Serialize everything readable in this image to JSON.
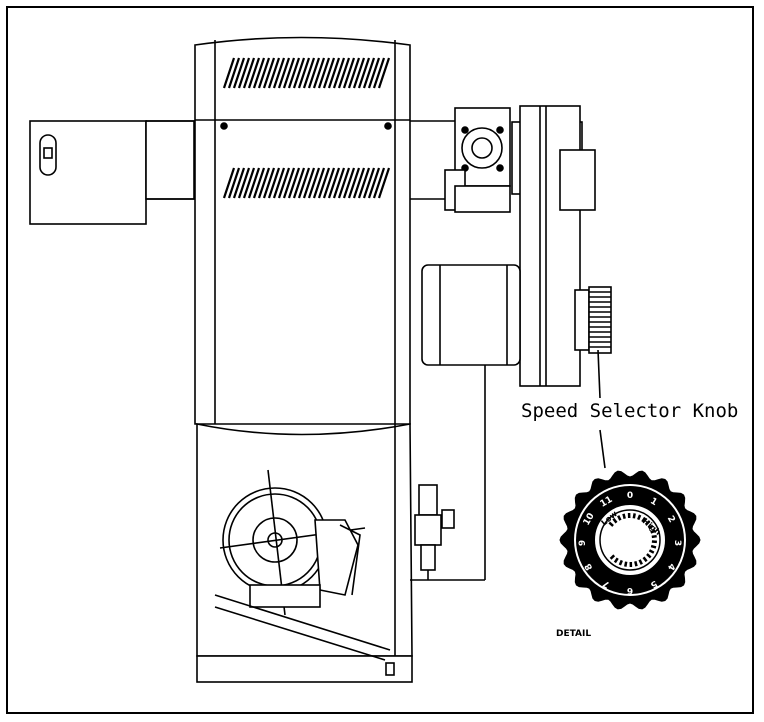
{
  "callout": {
    "label": "Speed Selector Knob"
  },
  "detail": {
    "label": "DETAIL",
    "dial_numbers": [
      "0",
      "1",
      "2",
      "3",
      "4",
      "5",
      "6",
      "7",
      "8",
      "9",
      "10",
      "11"
    ],
    "low_label": "Low",
    "high_label": "High"
  }
}
